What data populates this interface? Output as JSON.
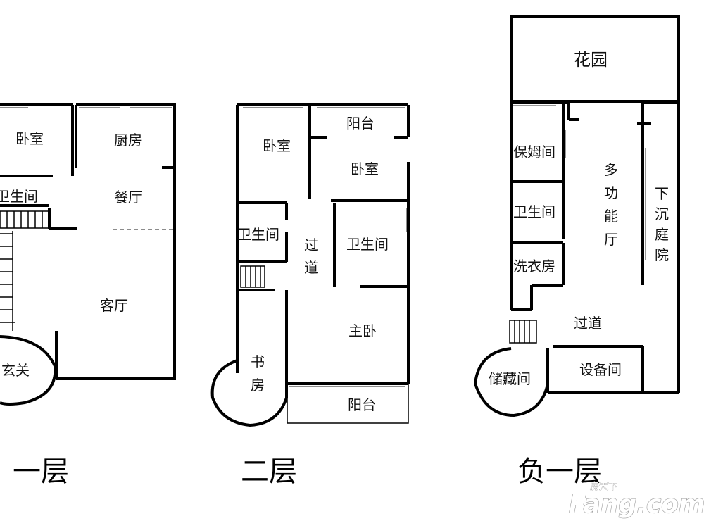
{
  "floor1": {
    "title": "一层",
    "rooms": {
      "bedroom": "卧室",
      "kitchen": "厨房",
      "bathroom": "卫生间",
      "dining": "餐厅",
      "living": "客厅",
      "foyer": "玄关"
    }
  },
  "floor2": {
    "title": "二层",
    "rooms": {
      "bedroom_a": "卧室",
      "balcony_top": "阳台",
      "bedroom_b": "卧室",
      "bathroom_a": "卫生间",
      "corridor_1": "过",
      "corridor_2": "道",
      "bathroom_b": "卫生间",
      "master": "主卧",
      "study_1": "书",
      "study_2": "房",
      "balcony_bottom": "阳台"
    }
  },
  "basement": {
    "title": "负一层",
    "rooms": {
      "garden": "花园",
      "nanny": "保姆间",
      "multi_1": "多",
      "multi_2": "功",
      "multi_3": "能",
      "multi_4": "厅",
      "bathroom": "卫生间",
      "laundry": "洗衣房",
      "sunken_1": "下",
      "sunken_2": "沉",
      "sunken_3": "庭",
      "sunken_4": "院",
      "corridor": "过道",
      "storage": "储藏间",
      "equipment": "设备间"
    }
  },
  "watermark": {
    "brand": "Fang.com",
    "small": "房天下"
  }
}
